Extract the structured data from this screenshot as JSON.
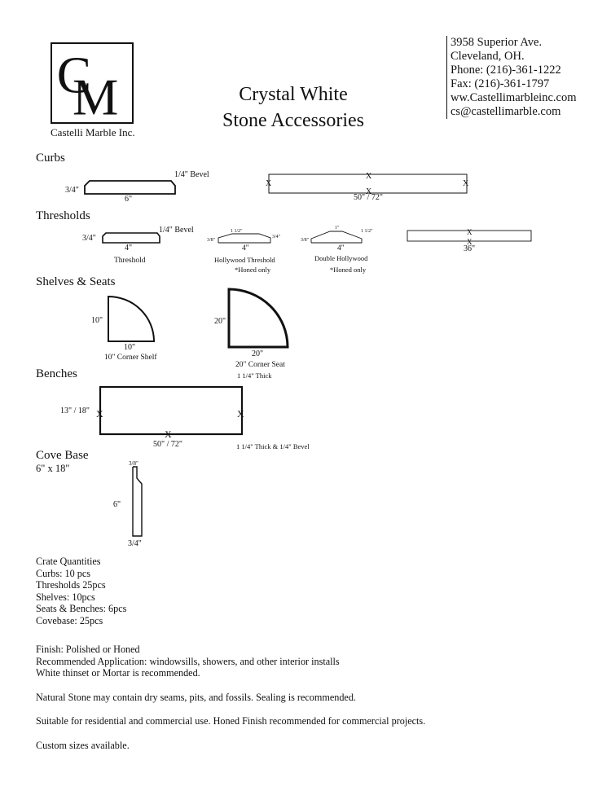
{
  "company": {
    "logo_monogram": "CM",
    "name": "Castelli Marble Inc.",
    "address_line1": "3958 Superior Ave.",
    "address_line2": "Cleveland, OH.",
    "phone": "Phone: (216)-361-1222",
    "fax": "Fax: (216)-361-1797",
    "website": "ww.Castellimarbleinc.com",
    "email": "cs@castellimarble.com"
  },
  "title": {
    "line1": "Crystal White",
    "line2": "Stone Accessories"
  },
  "curbs": {
    "heading": "Curbs",
    "profile_height": "3/4\"",
    "profile_width": "6\"",
    "bevel": "1/4\" Bevel",
    "length": "50\" / 72\"",
    "mark": "X"
  },
  "thresholds": {
    "heading": "Thresholds",
    "standard": {
      "height": "3/4\"",
      "bevel": "1/4\" Bevel",
      "width": "4\"",
      "name": "Threshold"
    },
    "hollywood": {
      "top_dim": "1 1/2\"",
      "left_dim": "3/8\"",
      "right_dim": "3/4\"",
      "width": "4\"",
      "name": "Hollywood Threshold",
      "note": "*Honed only"
    },
    "double_hollywood": {
      "top_dim1": "1\"",
      "top_dim2": "1 1/2\"",
      "left_dim": "3/8\"",
      "width": "4\"",
      "name": "Double Hollywood",
      "note": "*Honed only"
    },
    "length": "36\""
  },
  "shelves": {
    "heading": "Shelves & Seats",
    "shelf": {
      "side": "10\"",
      "bottom": "10\"",
      "name": "10\" Corner Shelf"
    },
    "seat": {
      "side": "20\"",
      "bottom": "20\"",
      "name": "20\" Corner Seat",
      "thickness": "1 1/4\"  Thick"
    }
  },
  "benches": {
    "heading": "Benches",
    "depth": "13\" / 18\"",
    "length": "50\" / 72\"",
    "spec": "1 1/4\"  Thick & 1/4\" Bevel"
  },
  "cove_base": {
    "heading": "Cove Base",
    "size": "6\" x 18\"",
    "top_dim": "3/8\"",
    "height": "6\"",
    "bottom_dim": "3/4\""
  },
  "crate": {
    "heading": "Crate Quantities",
    "lines": [
      "Curbs: 10 pcs",
      "Thresholds 25pcs",
      "Shelves: 10pcs",
      "Seats & Benches: 6pcs",
      "Covebase: 25pcs"
    ]
  },
  "info": {
    "finish": "Finish: Polished or Honed",
    "application": "Recommended Application: windowsills, showers, and other interior installs",
    "thinset": "White thinset or Mortar is recommended.",
    "natural": "Natural Stone may contain dry seams, pits, and fossils. Sealing is recommended.",
    "suitable": "Suitable for residential and commercial use. Honed Finish recommended for commercial projects.",
    "custom": "Custom sizes available."
  }
}
